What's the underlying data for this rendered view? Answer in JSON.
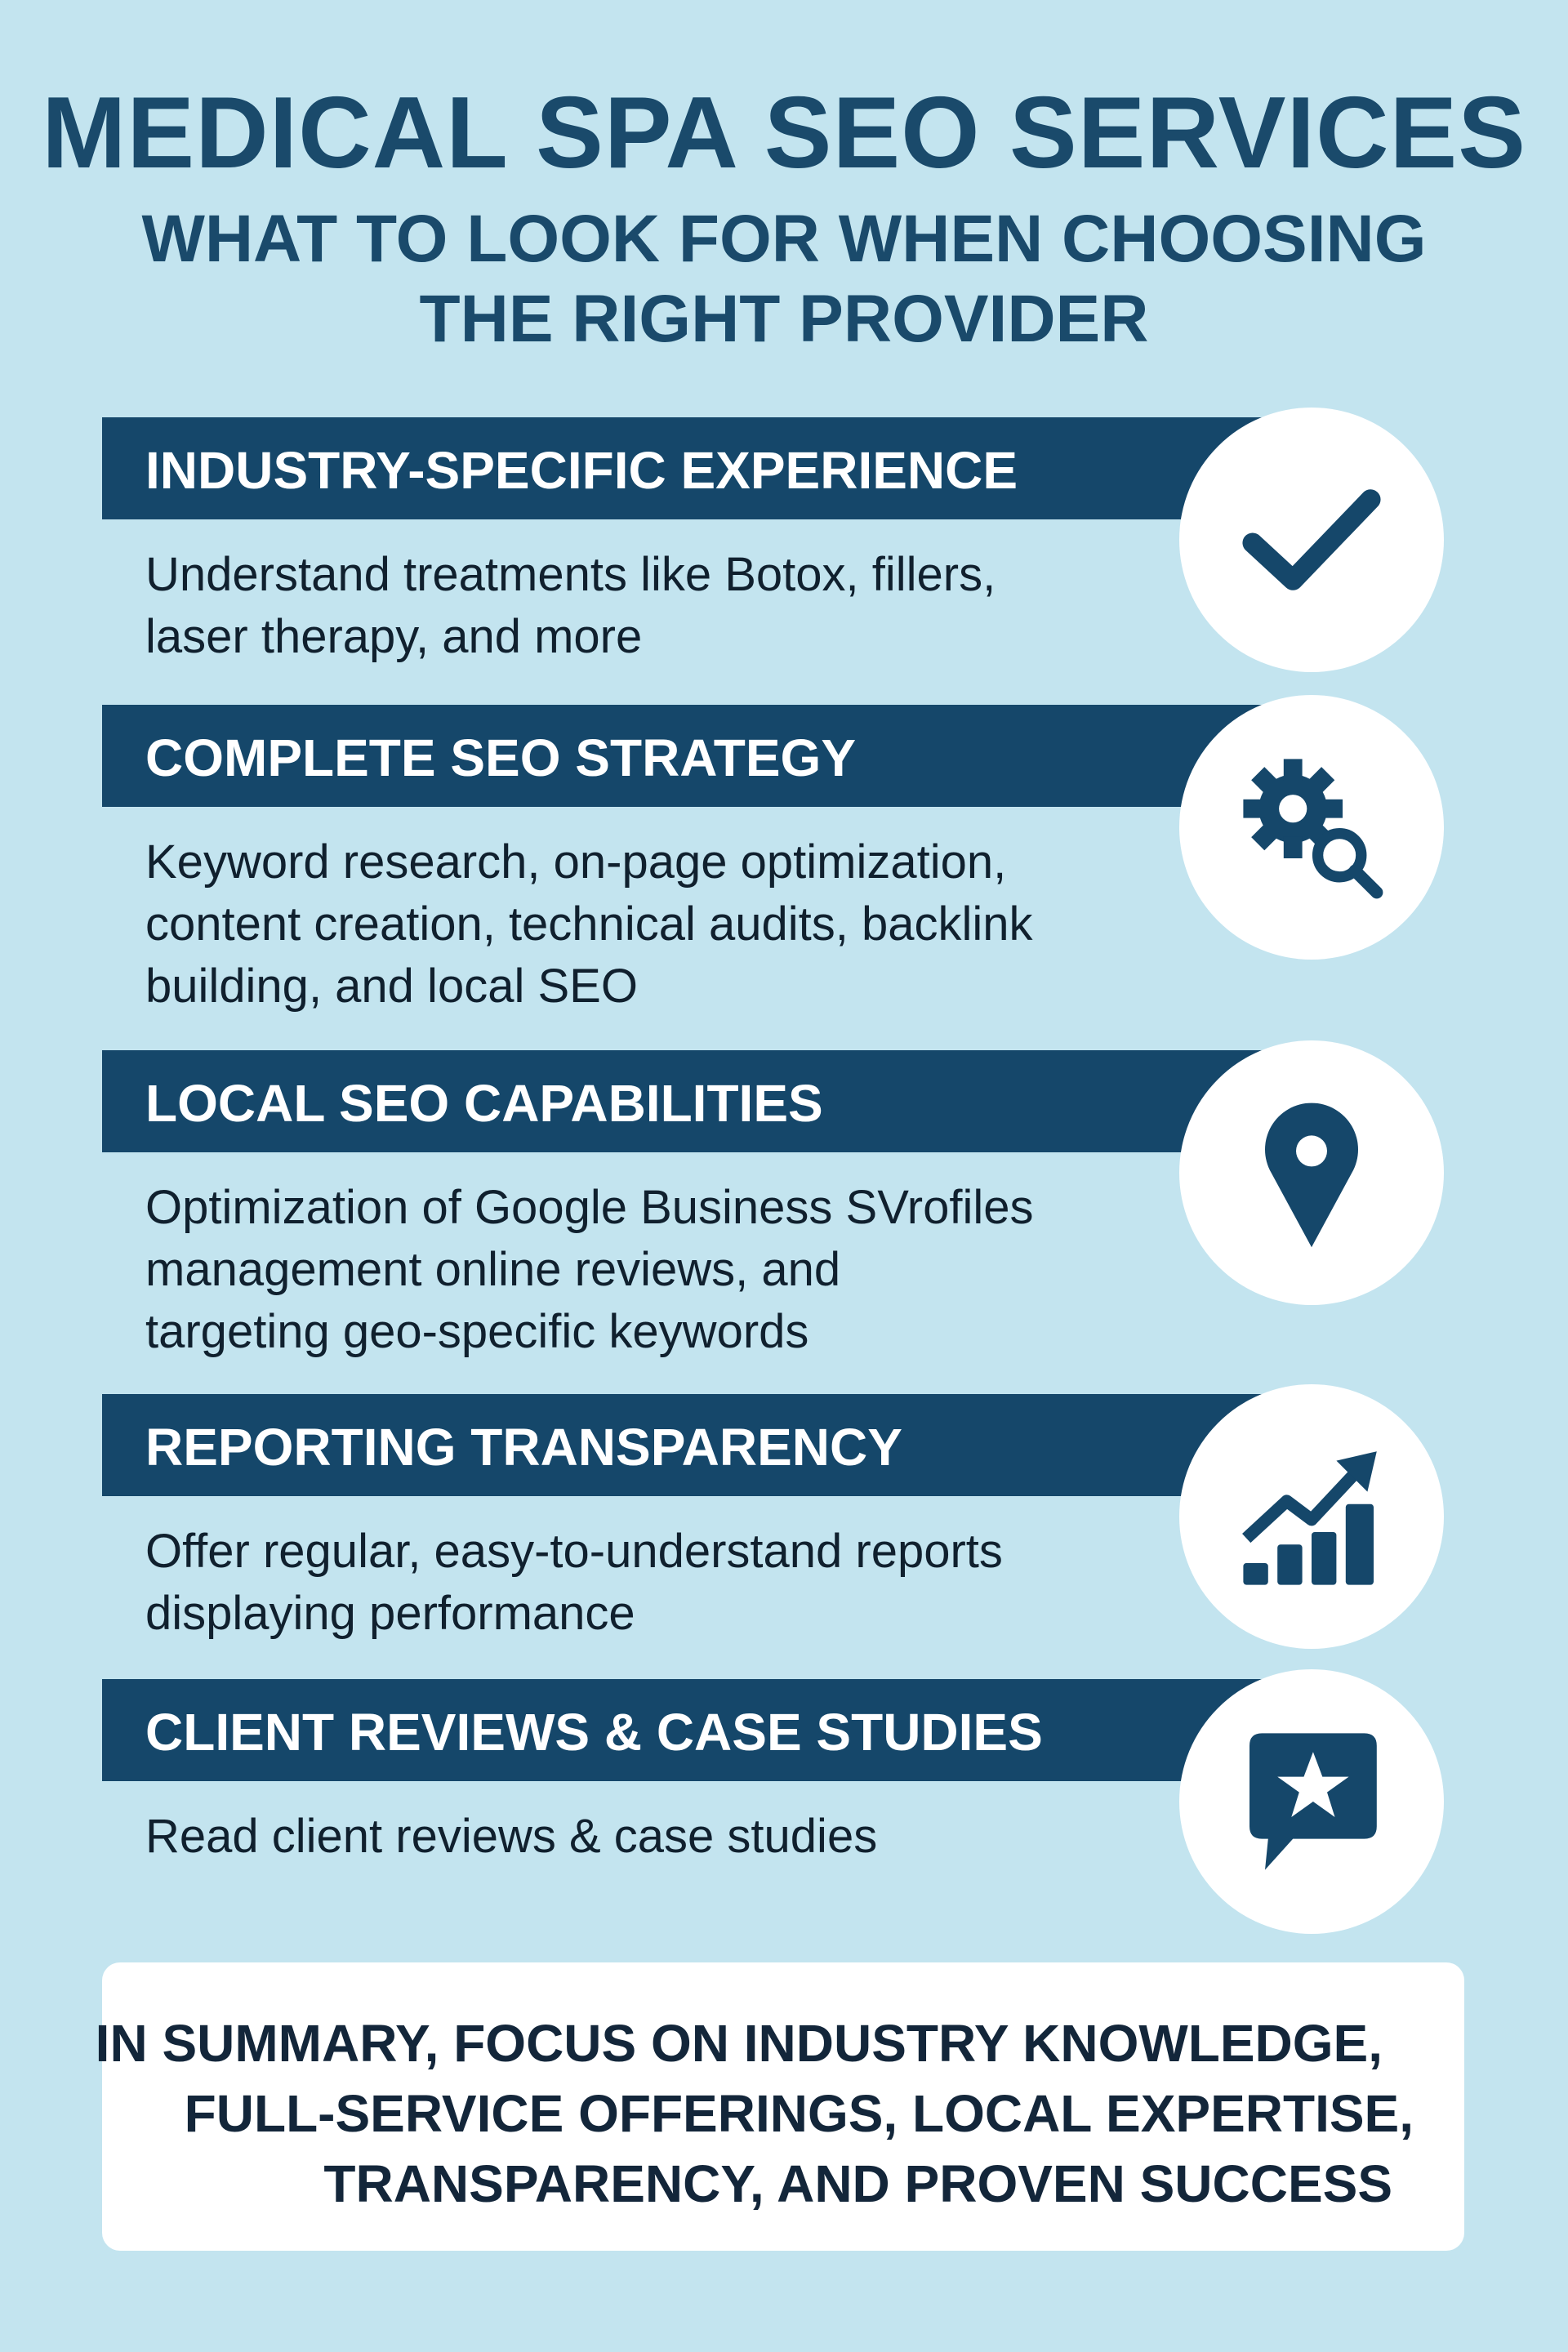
{
  "header": {
    "title": "MEDICAL SPA SEO SERVICES",
    "subtitle_line1": "WHAT TO LOOK FOR WHEN CHOOSING",
    "subtitle_line2": "THE RIGHT PROVIDER"
  },
  "sections": [
    {
      "heading": "INDUSTRY-SPECIFIC EXPERIENCE",
      "lines": [
        "Understand treatments like Botox, fillers,",
        "laser therapy, and more"
      ],
      "icon": "checkmark-icon"
    },
    {
      "heading": "COMPLETE SEO STRATEGY",
      "lines": [
        "Keyword research, on-page optimization,",
        "content creation, technical audits, backlink",
        "building, and local SEO"
      ],
      "icon": "gear-search-icon"
    },
    {
      "heading": "LOCAL SEO CAPABILITIES",
      "lines": [
        "Optimization of Google Business SVrofiles",
        "management online reviews, and",
        "targeting geo-specific keywords"
      ],
      "icon": "location-pin-icon"
    },
    {
      "heading": "REPORTING TRANSPARENCY",
      "lines": [
        "Offer regular, easy-to-understand reports",
        "displaying performance"
      ],
      "icon": "growth-chart-icon"
    },
    {
      "heading": "CLIENT REVIEWS & CASE STUDIES",
      "lines": [
        "Read client reviews & case studies"
      ],
      "icon": "review-star-icon"
    }
  ],
  "summary": {
    "line1": "IN SUMMARY, FOCUS ON INDUSTRY KNOWLEDGE,",
    "line2": "FULL-SERVICE OFFERINGS, LOCAL EXPERTISE,",
    "line3": "TRANSPARENCY, AND PROVEN SUCCESS"
  },
  "colors": {
    "background": "#c3e4ef",
    "dark": "#15476a"
  }
}
